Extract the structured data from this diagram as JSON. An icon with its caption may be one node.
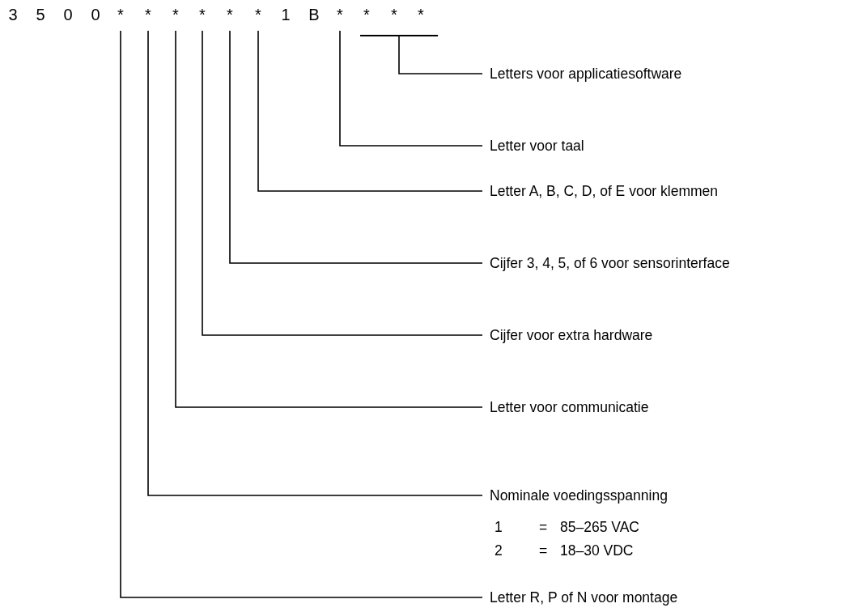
{
  "diagram": {
    "nodes": [
      {
        "text": [
          "3"
        ]
      },
      {
        "text": [
          "5"
        ]
      },
      {
        "text": [
          "0"
        ]
      },
      {
        "text": [
          "0"
        ]
      },
      {
        "text": [
          "*"
        ]
      },
      {
        "text": [
          "*"
        ]
      },
      {
        "text": [
          "*"
        ]
      },
      {
        "text": [
          "*"
        ]
      },
      {
        "text": [
          "*"
        ]
      },
      {
        "text": [
          "*"
        ]
      },
      {
        "text": [
          "1"
        ]
      },
      {
        "text": [
          "B"
        ]
      },
      {
        "text": [
          "*"
        ]
      },
      {
        "text": [
          "*"
        ]
      },
      {
        "text": [
          "*"
        ]
      },
      {
        "text": [
          "*"
        ]
      },
      {
        "text": [],
        "shape": "bar"
      },
      {
        "text": [
          "Letters voor applicatiesoftware"
        ]
      },
      {
        "text": [
          "Letter voor taal"
        ]
      },
      {
        "text": [
          "Letter A, B, C, D, of E voor klemmen"
        ]
      },
      {
        "text": [
          "Cijfer 3, 4, 5, of 6 voor sensorinterface"
        ]
      },
      {
        "text": [
          "Cijfer voor extra hardware"
        ]
      },
      {
        "text": [
          "Letter voor communicatie"
        ]
      },
      {
        "text": [
          "Nominale voedingsspanning"
        ]
      },
      {
        "text": [
          "Letter R, P of N voor montage"
        ]
      }
    ],
    "edges": [
      {
        "from": 17,
        "to": 16,
        "arrow": "none"
      },
      {
        "from": 18,
        "to": 12,
        "arrow": "none"
      },
      {
        "from": 19,
        "to": 9,
        "arrow": "none"
      },
      {
        "from": 20,
        "to": 8,
        "arrow": "none"
      },
      {
        "from": 21,
        "to": 7,
        "arrow": "none"
      },
      {
        "from": 22,
        "to": 6,
        "arrow": "none"
      },
      {
        "from": 23,
        "to": 5,
        "arrow": "none"
      },
      {
        "from": 24,
        "to": 4,
        "arrow": "none"
      }
    ],
    "labels": [
      "1",
      "=",
      "85–265 VAC",
      "2",
      "=",
      "18–30 VDC"
    ]
  }
}
